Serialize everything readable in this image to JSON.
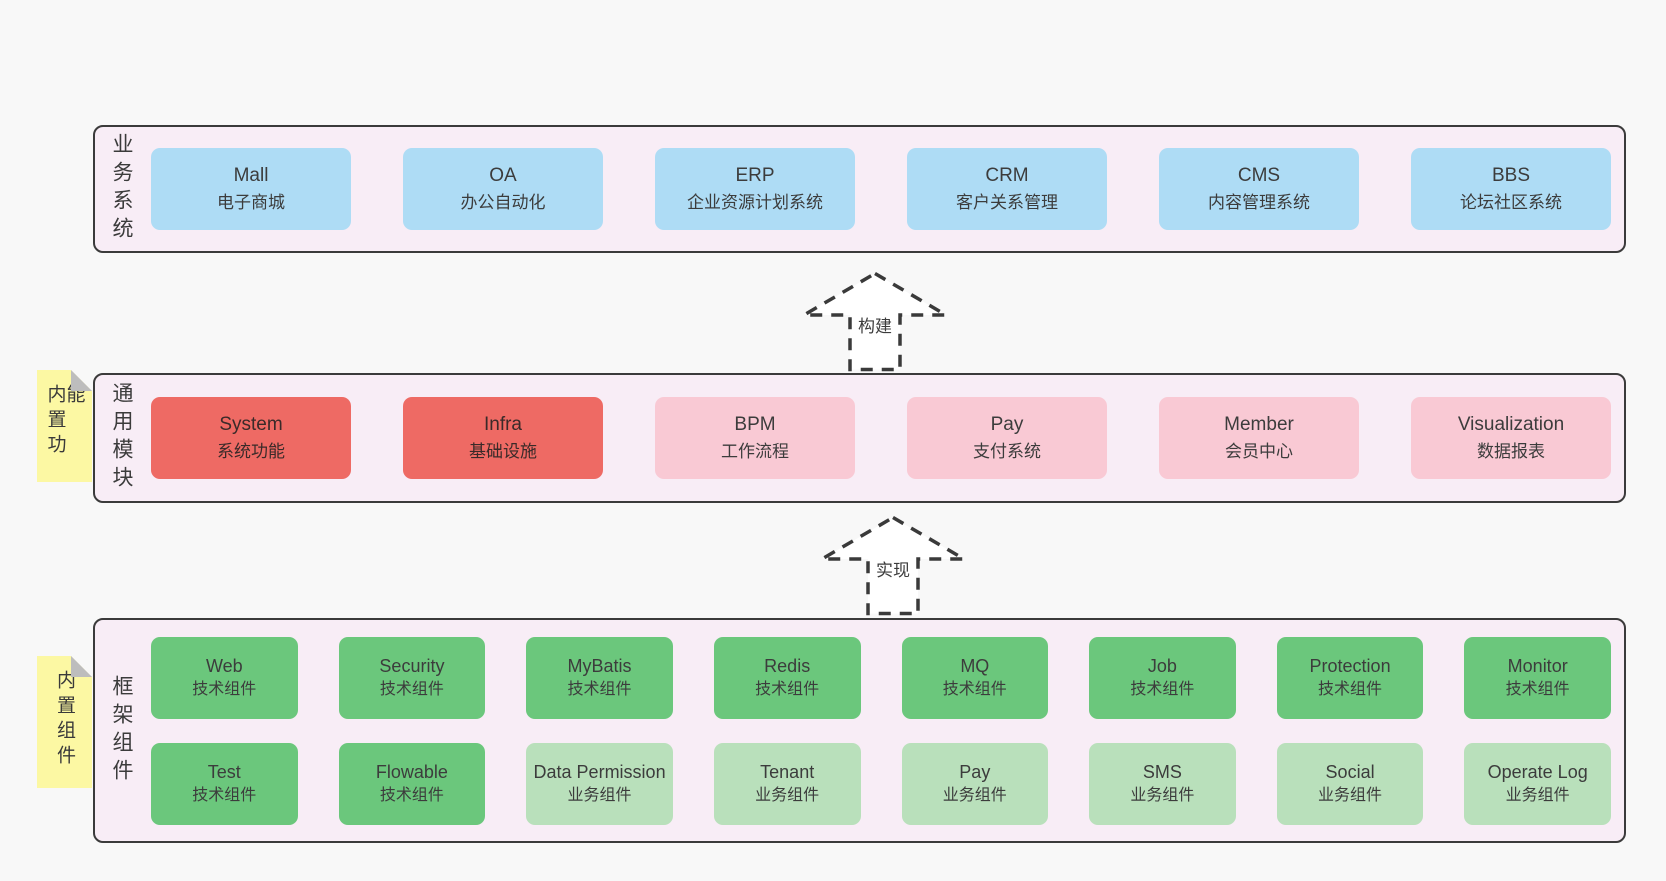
{
  "diagram": {
    "bands": [
      {
        "label": "业务系统",
        "boxes": [
          {
            "name": "Mall",
            "desc": "电子商城"
          },
          {
            "name": "OA",
            "desc": "办公自动化"
          },
          {
            "name": "ERP",
            "desc": "企业资源计划系统"
          },
          {
            "name": "CRM",
            "desc": "客户关系管理"
          },
          {
            "name": "CMS",
            "desc": "内容管理系统"
          },
          {
            "name": "BBS",
            "desc": "论坛社区系统"
          }
        ]
      },
      {
        "label": "通用模块",
        "sticky": "内置功能",
        "boxes": [
          {
            "name": "System",
            "desc": "系统功能"
          },
          {
            "name": "Infra",
            "desc": "基础设施"
          },
          {
            "name": "BPM",
            "desc": "工作流程"
          },
          {
            "name": "Pay",
            "desc": "支付系统"
          },
          {
            "name": "Member",
            "desc": "会员中心"
          },
          {
            "name": "Visualization",
            "desc": "数据报表"
          }
        ]
      },
      {
        "label": "框架组件",
        "sticky": "内置组件",
        "rows": [
          [
            {
              "name": "Web",
              "desc": "技术组件"
            },
            {
              "name": "Security",
              "desc": "技术组件"
            },
            {
              "name": "MyBatis",
              "desc": "技术组件"
            },
            {
              "name": "Redis",
              "desc": "技术组件"
            },
            {
              "name": "MQ",
              "desc": "技术组件"
            },
            {
              "name": "Job",
              "desc": "技术组件"
            },
            {
              "name": "Protection",
              "desc": "技术组件"
            },
            {
              "name": "Monitor",
              "desc": "技术组件"
            }
          ],
          [
            {
              "name": "Test",
              "desc": "技术组件"
            },
            {
              "name": "Flowable",
              "desc": "技术组件"
            },
            {
              "name": "Data Permission",
              "desc": "业务组件"
            },
            {
              "name": "Tenant",
              "desc": "业务组件"
            },
            {
              "name": "Pay",
              "desc": "业务组件"
            },
            {
              "name": "SMS",
              "desc": "业务组件"
            },
            {
              "name": "Social",
              "desc": "业务组件"
            },
            {
              "name": "Operate Log",
              "desc": "业务组件"
            }
          ]
        ]
      }
    ],
    "arrows": [
      {
        "label": "构建"
      },
      {
        "label": "实现"
      }
    ],
    "palette": {
      "page_bg": "#f8f8f8",
      "band_bg": "#f8edf6",
      "band_border": "#3b3b3b",
      "blue": "#aedcf5",
      "red": "#ee6a64",
      "pink": "#f9c9d4",
      "green": "#6bc77c",
      "light_green": "#b9e0bb",
      "sticky_yellow": "#fcf8a3",
      "text": "#3c3c3c"
    }
  }
}
